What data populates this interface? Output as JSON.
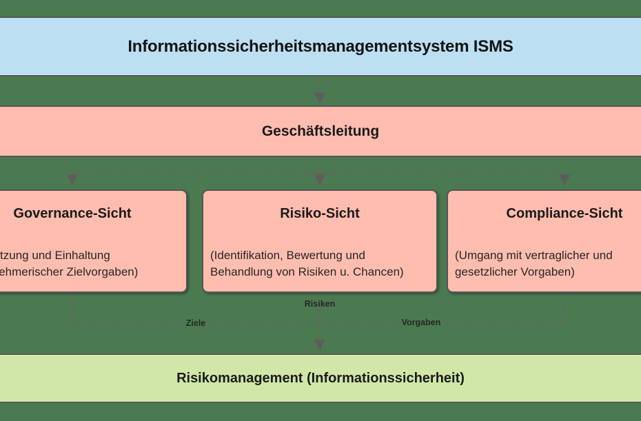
{
  "colors": {
    "background": "#4c7a50",
    "isms_banner_fill": "#bddff2",
    "management_banner_fill": "#ffbdb0",
    "view_box_fill": "#ffbdb0",
    "bottom_banner_fill": "#d0e7a8",
    "shape_border": "#565656",
    "connector_line": "#646464",
    "text": "#1a1a1a"
  },
  "isms_banner": {
    "label": "Informationssicherheitsmanagementsystem ISMS"
  },
  "management_banner": {
    "label": "Geschäftsleitung"
  },
  "views": [
    {
      "title": "Governance-Sicht",
      "body": "(Umsetzung und Einhaltung unternehmerischer Zielvorgaben)"
    },
    {
      "title": "Risiko-Sicht",
      "body": "(Identifikation, Bewertung und Behandlung von Risiken u. Chancen)"
    },
    {
      "title": "Compliance-Sicht",
      "body": "(Umgang mit vertraglicher und gesetzlicher Vorgaben)"
    }
  ],
  "bottom_banner": {
    "label": "Risikomanagement (Informationssicherheit)"
  },
  "edge_labels": {
    "ziele": "Ziele",
    "risiken": "Risiken",
    "vorgaben": "Vorgaben"
  }
}
